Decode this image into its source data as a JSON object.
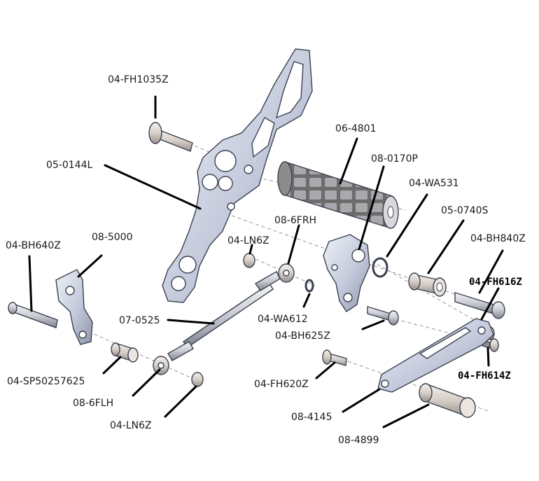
{
  "labels": {
    "fh1035z": "04-FH1035Z",
    "p4801": "06-4801",
    "p0144l": "05-0144L",
    "p0170p": "08-0170P",
    "wa531": "04-WA531",
    "p0740s": "05-0740S",
    "p6frh": "08-6FRH",
    "ln6z_top": "04-LN6Z",
    "bh840z": "04-BH840Z",
    "bh640z": "04-BH640Z",
    "p5000": "08-5000",
    "fh616z": "04-FH616Z",
    "p0525": "07-0525",
    "wa612": "04-WA612",
    "bh625z": "04-BH625Z",
    "sp50257625": "04-SP50257625",
    "fh620z": "04-FH620Z",
    "fh614z": "04-FH614Z",
    "p6flh": "08-6FLH",
    "p4145": "08-4145",
    "ln6z_bottom": "04-LN6Z",
    "p4899": "08-4899"
  },
  "colors": {
    "metal_light": "#dde2ee",
    "metal_mid": "#b6bdd0",
    "metal_dark": "#8990a6",
    "grip_dark": "#6f6f6f",
    "leader": "#000000"
  }
}
